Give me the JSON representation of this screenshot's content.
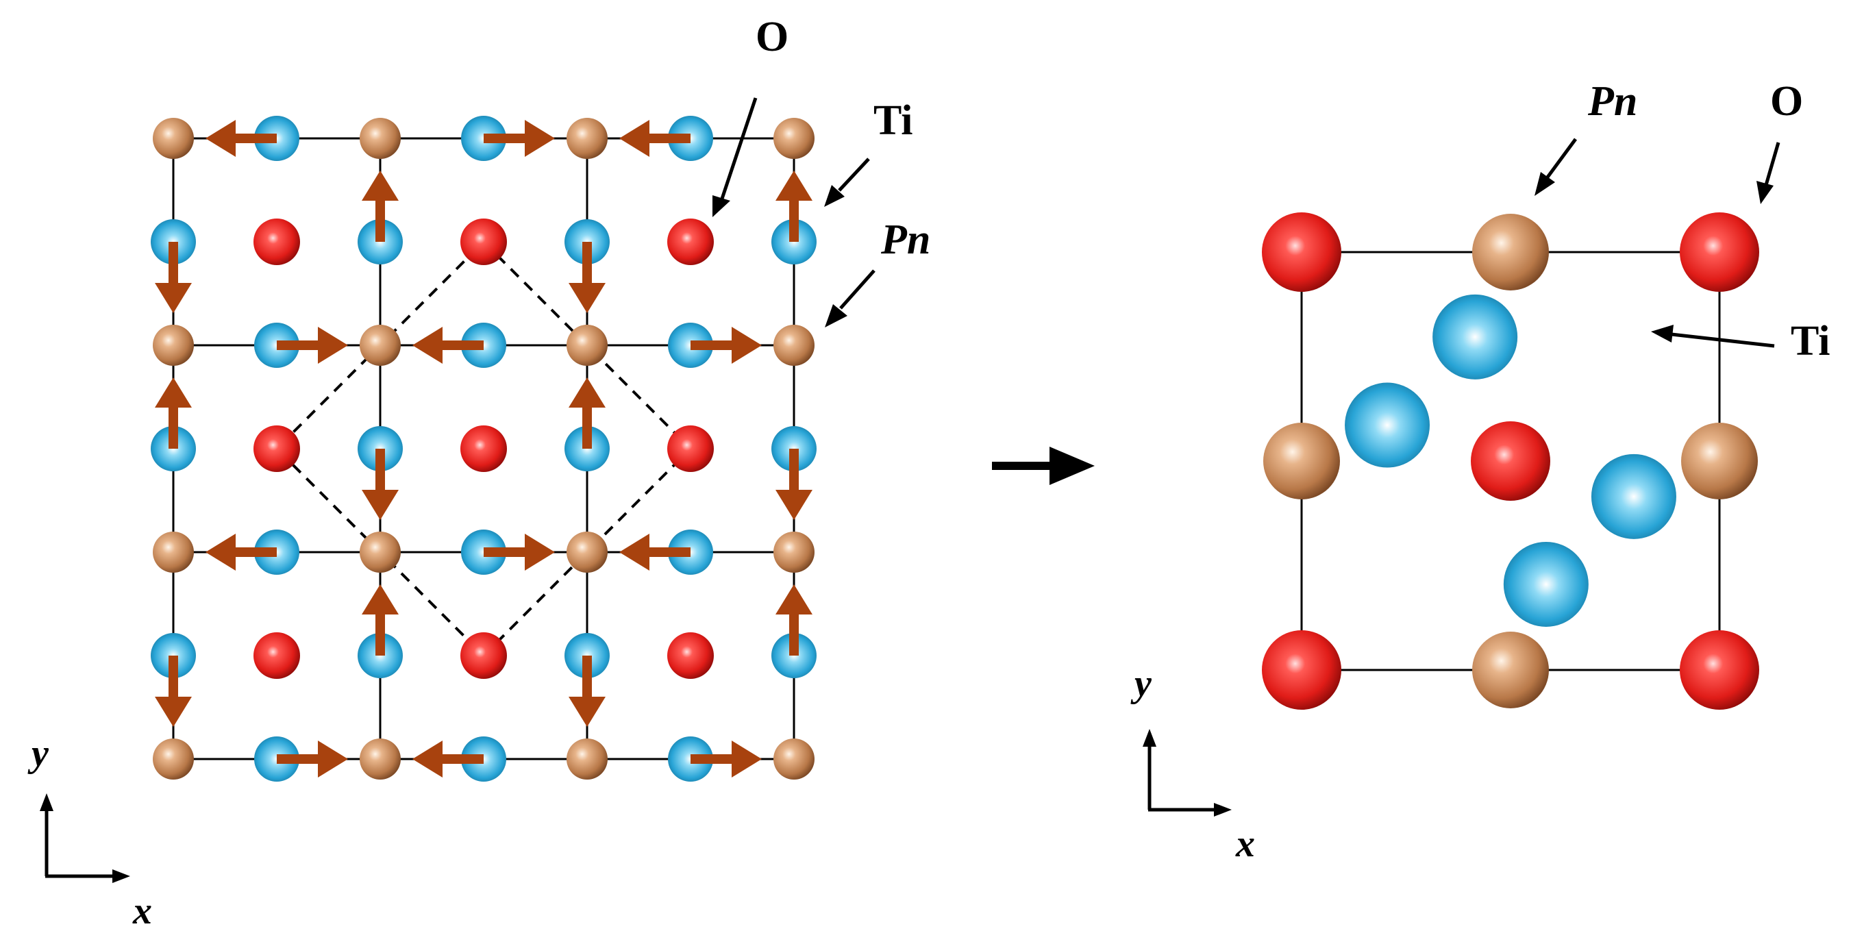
{
  "labels": {
    "left_o": "O",
    "left_ti": "Ti",
    "left_pn": "Pn",
    "right_pn": "Pn",
    "right_o": "O",
    "right_ti": "Ti",
    "axis_left_y": "y",
    "axis_left_x": "x",
    "axis_right_y": "y",
    "axis_right_x": "x"
  },
  "colors": {
    "pn": "#c98a5c",
    "ti": "#2aa5d8",
    "o": "#e0201c",
    "arrow": "#a8420e",
    "line": "#000000"
  },
  "left_lattice": {
    "cells": 3,
    "grid_points": 7,
    "displacement_arrows": [
      {
        "atom": "Ti",
        "row": 0,
        "col": 1,
        "dir": "left"
      },
      {
        "atom": "Ti",
        "row": 0,
        "col": 3,
        "dir": "right"
      },
      {
        "atom": "Ti",
        "row": 0,
        "col": 5,
        "dir": "left"
      },
      {
        "atom": "Ti",
        "row": 1,
        "col": 0,
        "dir": "down"
      },
      {
        "atom": "Ti",
        "row": 1,
        "col": 2,
        "dir": "up"
      },
      {
        "atom": "Ti",
        "row": 1,
        "col": 4,
        "dir": "down"
      },
      {
        "atom": "Ti",
        "row": 1,
        "col": 6,
        "dir": "up"
      },
      {
        "atom": "Ti",
        "row": 2,
        "col": 1,
        "dir": "right"
      },
      {
        "atom": "Ti",
        "row": 2,
        "col": 3,
        "dir": "left"
      },
      {
        "atom": "Ti",
        "row": 2,
        "col": 5,
        "dir": "right"
      },
      {
        "atom": "Ti",
        "row": 3,
        "col": 0,
        "dir": "up"
      },
      {
        "atom": "Ti",
        "row": 3,
        "col": 2,
        "dir": "down"
      },
      {
        "atom": "Ti",
        "row": 3,
        "col": 4,
        "dir": "up"
      },
      {
        "atom": "Ti",
        "row": 3,
        "col": 6,
        "dir": "down"
      },
      {
        "atom": "Ti",
        "row": 4,
        "col": 1,
        "dir": "left"
      },
      {
        "atom": "Ti",
        "row": 4,
        "col": 3,
        "dir": "right"
      },
      {
        "atom": "Ti",
        "row": 4,
        "col": 5,
        "dir": "left"
      },
      {
        "atom": "Ti",
        "row": 5,
        "col": 0,
        "dir": "down"
      },
      {
        "atom": "Ti",
        "row": 5,
        "col": 2,
        "dir": "up"
      },
      {
        "atom": "Ti",
        "row": 5,
        "col": 4,
        "dir": "down"
      },
      {
        "atom": "Ti",
        "row": 5,
        "col": 6,
        "dir": "up"
      },
      {
        "atom": "Ti",
        "row": 6,
        "col": 1,
        "dir": "right"
      },
      {
        "atom": "Ti",
        "row": 6,
        "col": 3,
        "dir": "left"
      },
      {
        "atom": "Ti",
        "row": 6,
        "col": 5,
        "dir": "right"
      }
    ]
  }
}
